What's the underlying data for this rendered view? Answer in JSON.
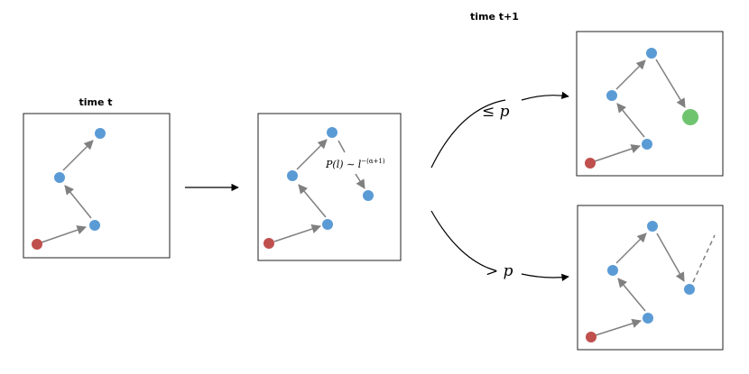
{
  "labels": {
    "time_t": "time t",
    "time_t1": "time t+1"
  },
  "annotations": {
    "distribution": "P(l) ~ l^-(α+1)",
    "distribution_lhs": "P(l) ∼ l",
    "distribution_exp": "−(α+1)",
    "le_p": "≤ p",
    "gt_p": "> p"
  },
  "colors": {
    "node": "#5b9bd5",
    "start_node": "#c0504d",
    "target_node": "#70c46f",
    "edge": "#808080",
    "frame": "#222222"
  },
  "icons": {
    "start": "red-start-node",
    "visited": "blue-node",
    "target": "green-target-node"
  }
}
